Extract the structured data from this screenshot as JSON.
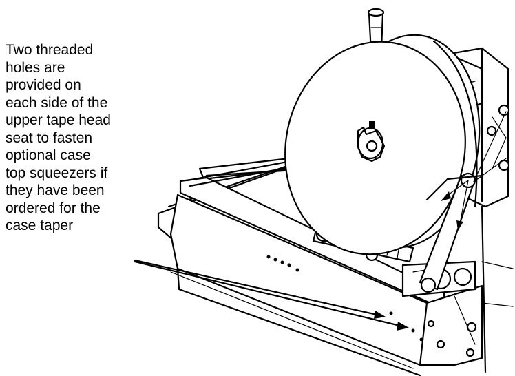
{
  "caption": {
    "lines": [
      "Two threaded",
      "holes are",
      "provided on",
      "each side of the",
      "upper tape head",
      "seat to fasten",
      "optional case",
      "top squeezers if",
      "they have been",
      "ordered for the",
      "case taper"
    ]
  },
  "colors": {
    "line": "#000000",
    "background": "#ffffff"
  }
}
